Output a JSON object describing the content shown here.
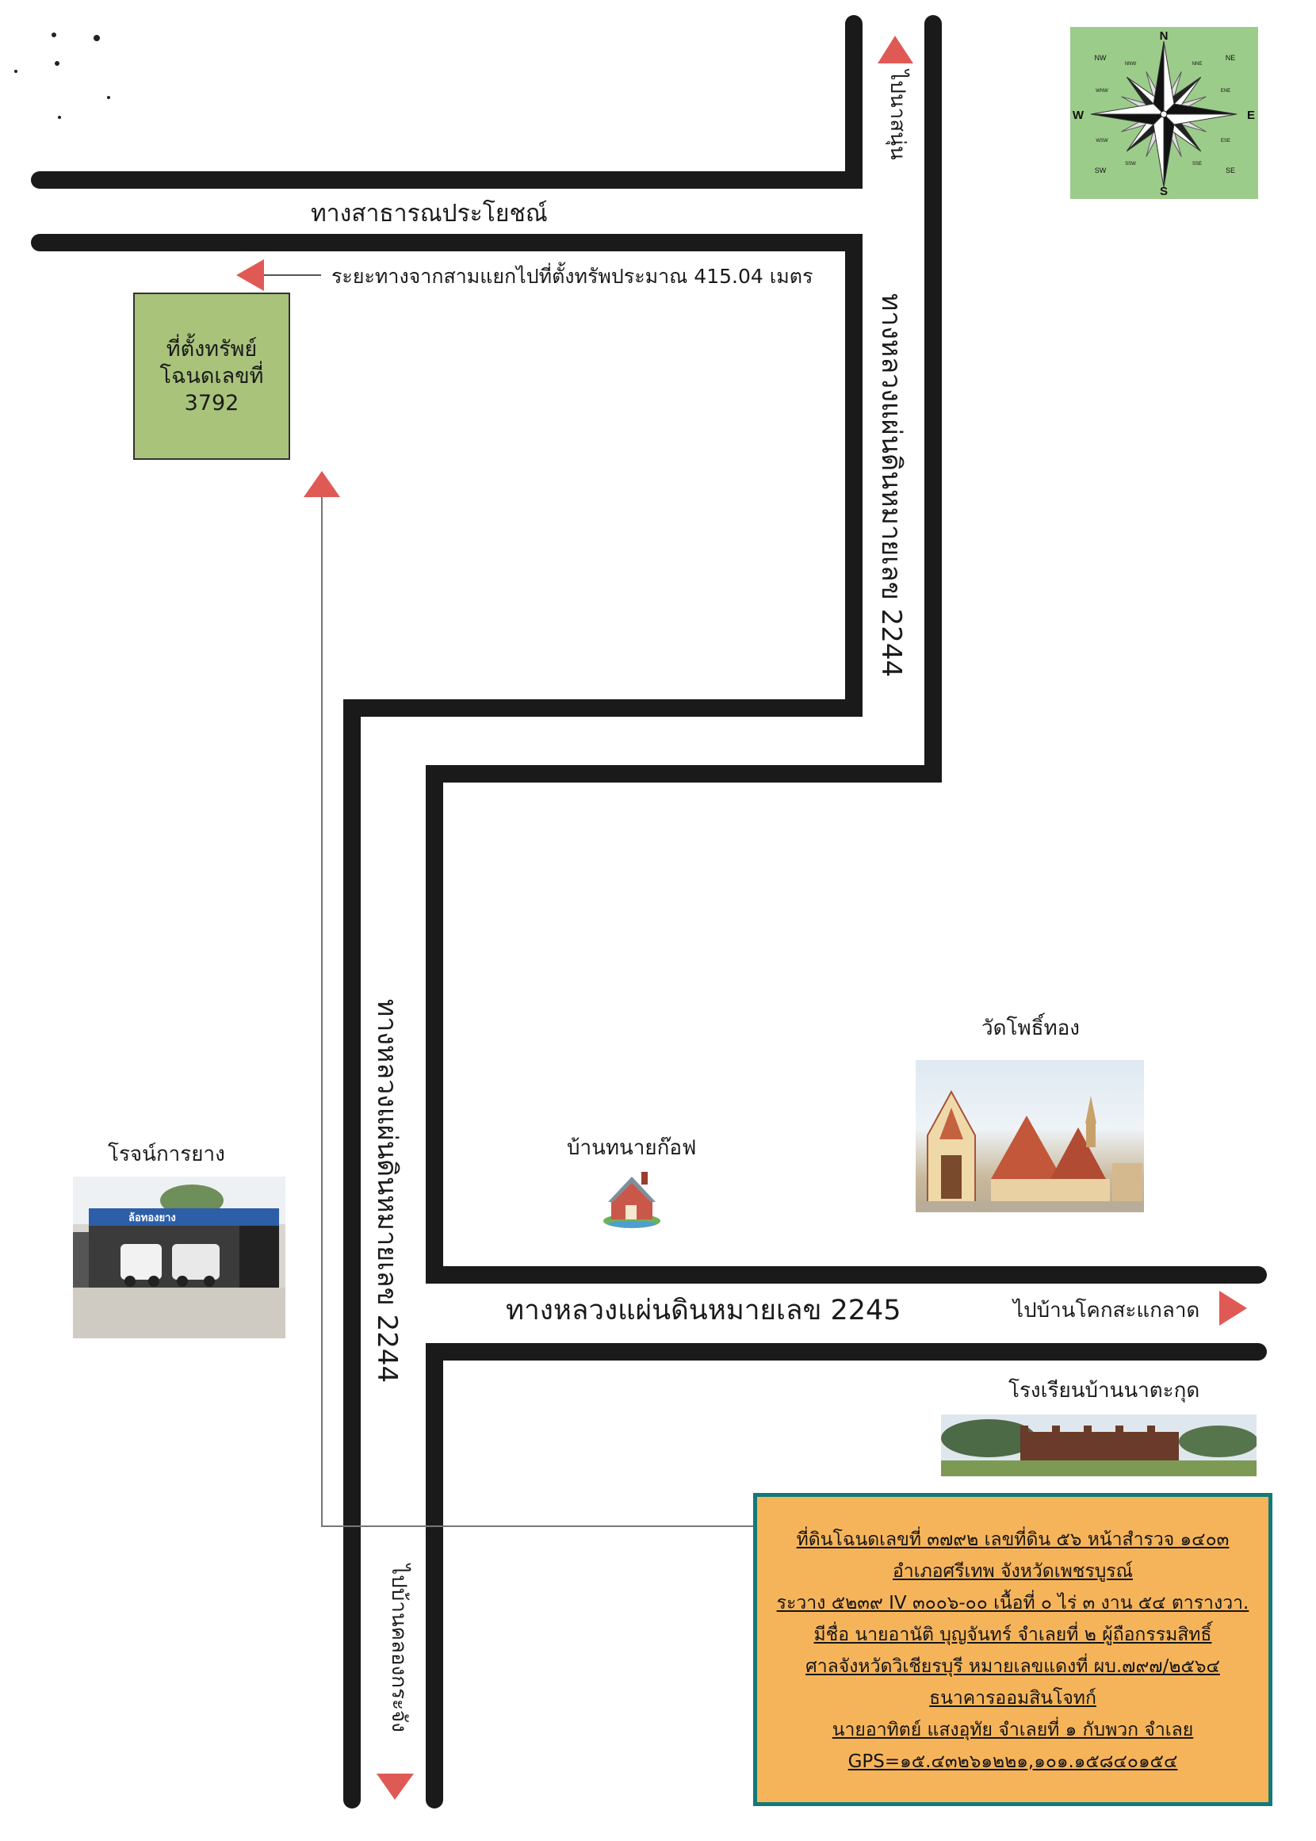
{
  "compass": {
    "n": "N",
    "s": "S",
    "e": "E",
    "w": "W",
    "ne": "NE",
    "nw": "NW",
    "se": "SE",
    "sw": "SW",
    "nne": "NNE",
    "nnw": "NNW",
    "ene": "ENE",
    "wnw": "WNW",
    "ese": "ESE",
    "wsw": "WSW",
    "sse": "SSE",
    "ssw": "SSW"
  },
  "roads": {
    "public_road": "ทางสาธารณประโยชณ์",
    "highway_2244_right": "ทางหลวงแผ่นดินหมายเลข 2244",
    "highway_2244_left": "ทางหลวงแผ่นดินหมายเลข 2244",
    "highway_2245": "ทางหลวงแผ่นดินหมายเลข 2245"
  },
  "directions": {
    "to_na_sanun": "ไปนาสนุ่น",
    "to_ban_khok_sakae_lat": "ไปบ้านโคกสะแกลาด",
    "to_ban_khlong_krachang": "ไปบ้านคลองกระจัง"
  },
  "distance_note": "ระยะทางจากสามแยกไปที่ตั้งทรัพประมาณ 415.04 เมตร",
  "parcel": {
    "line1": "ที่ตั้งทรัพย์",
    "line2": "โฉนดเลขที่",
    "line3": "3792"
  },
  "landmarks": {
    "wat_pho_thong": "วัดโพธิ์ทอง",
    "ban_golf": "บ้านทนายก๊อฟ",
    "rojn_tire": "โรจน์การยาง",
    "school": "โรงเรียนบ้านนาตะกุด",
    "shop_sign": "ล้อทองยาง"
  },
  "info_box": {
    "line1": "ที่ดินโฉนดเลขที่ ๓๗๙๒ เลขที่ดิน ๕๖ หน้าสำรวจ ๑๔๐๓",
    "line2": "อำเภอศรีเทพ จังหวัดเพชรบูรณ์",
    "line3": "ระวาง ๕๒๓๙ IV ๓๐๐๖-๐๐ เนื้อที่ ๐ ไร่ ๓ งาน ๕๔ ตารางวา.",
    "line4": "มีชื่อ นายอานัติ บุญจันทร์ จำเลยที่ ๒ ผู้ถือกรรมสิทธิ์",
    "line5": "ศาลจังหวัดวิเชียรบุรี หมายเลขแดงที่ ผบ.๗๙๗/๒๕๖๔",
    "line6": "ธนาคารออมสินโจทก์",
    "line7": "นายอาทิตย์ แสงอุทัย จำเลยที่ ๑ กับพวก จำเลย",
    "line8": "GPS=๑๕.๔๓๒๖๑๒๒๑,๑๐๑.๑๕๘๔๐๑๕๔"
  },
  "colors": {
    "road": "#1a1a1a",
    "arrow": "#e05a55",
    "parcel_fill": "#a9c37b",
    "compass_bg": "#9ccc8a",
    "info_fill": "#f6b45a",
    "info_border": "#137a78"
  }
}
